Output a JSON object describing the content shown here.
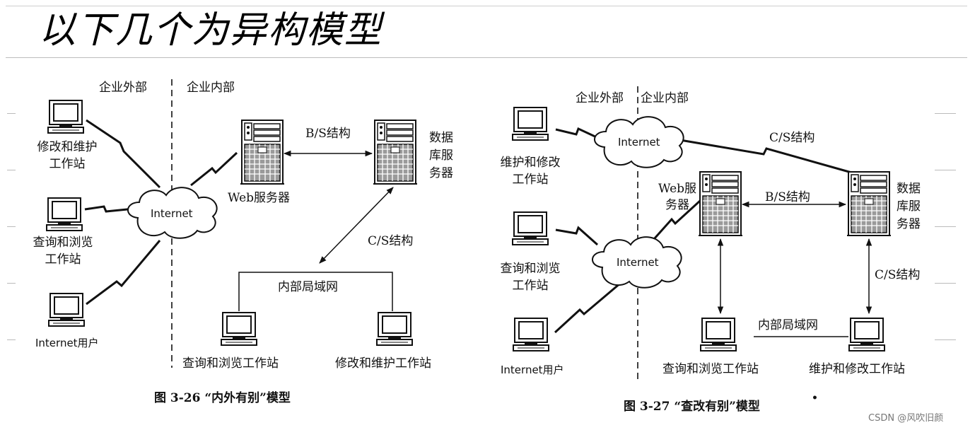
{
  "note_title": "以下几个为异构模型",
  "left": {
    "outside_label": "企业外部",
    "inside_label": "企业内部",
    "cloud_label": "Internet",
    "ws_top_label": "修改和维护\n工作站",
    "ws_mid_label": "查询和浏览\n工作站",
    "ws_bottom_label": "Internet用户",
    "web_server_label": "Web服务器",
    "bs_label": "B/S结构",
    "db_server_label": "数据\n库服\n务器",
    "cs_label": "C/S结构",
    "lan_label": "内部局域网",
    "lan_ws_left_label": "查询和浏览工作站",
    "lan_ws_right_label": "修改和维护工作站",
    "caption": "图 3-26   “内外有别”模型"
  },
  "right": {
    "outside_label": "企业外部",
    "inside_label": "企业内部",
    "cloud_top_label": "Internet",
    "cloud_mid_label": "Internet",
    "cs_top_label": "C/S结构",
    "ws_top_label": "维护和修改\n工作站",
    "ws_mid_label": "查询和浏览\n工作站",
    "ws_bottom_label": "Internet用户",
    "web_server_label": "Web服\n务器",
    "bs_label": "B/S结构",
    "db_server_label": "数据\n库服\n务器",
    "cs_right_label": "C/S结构",
    "lan_label": "内部局域网",
    "lan_ws_left_label": "查询和浏览工作站",
    "lan_ws_right_label": "维护和修改工作站",
    "caption": "图 3-27   “查改有别”模型",
    "caption_mark": "•"
  },
  "watermark": "CSDN @风吹旧颜"
}
